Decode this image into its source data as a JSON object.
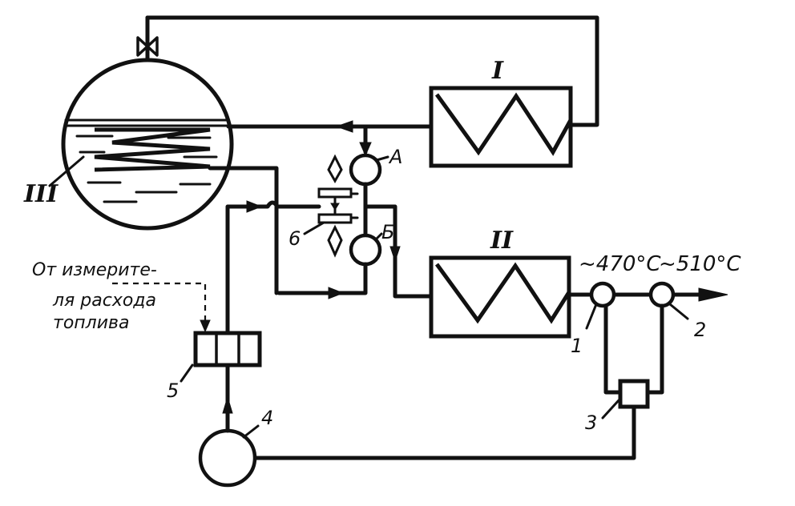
{
  "heat_exchangers": {
    "first": "I",
    "second": "II",
    "third": "III"
  },
  "valves": {
    "a": "А",
    "b": "Б"
  },
  "temperatures": {
    "t1": "~470°С",
    "t2": "~510°С"
  },
  "numbers": {
    "n1": "1",
    "n2": "2",
    "n3": "3",
    "n4": "4",
    "n5": "5",
    "n6": "6"
  },
  "fuel_note": {
    "line1": "От измери­те-",
    "line2": "ля расхода",
    "line3": "топлива"
  }
}
